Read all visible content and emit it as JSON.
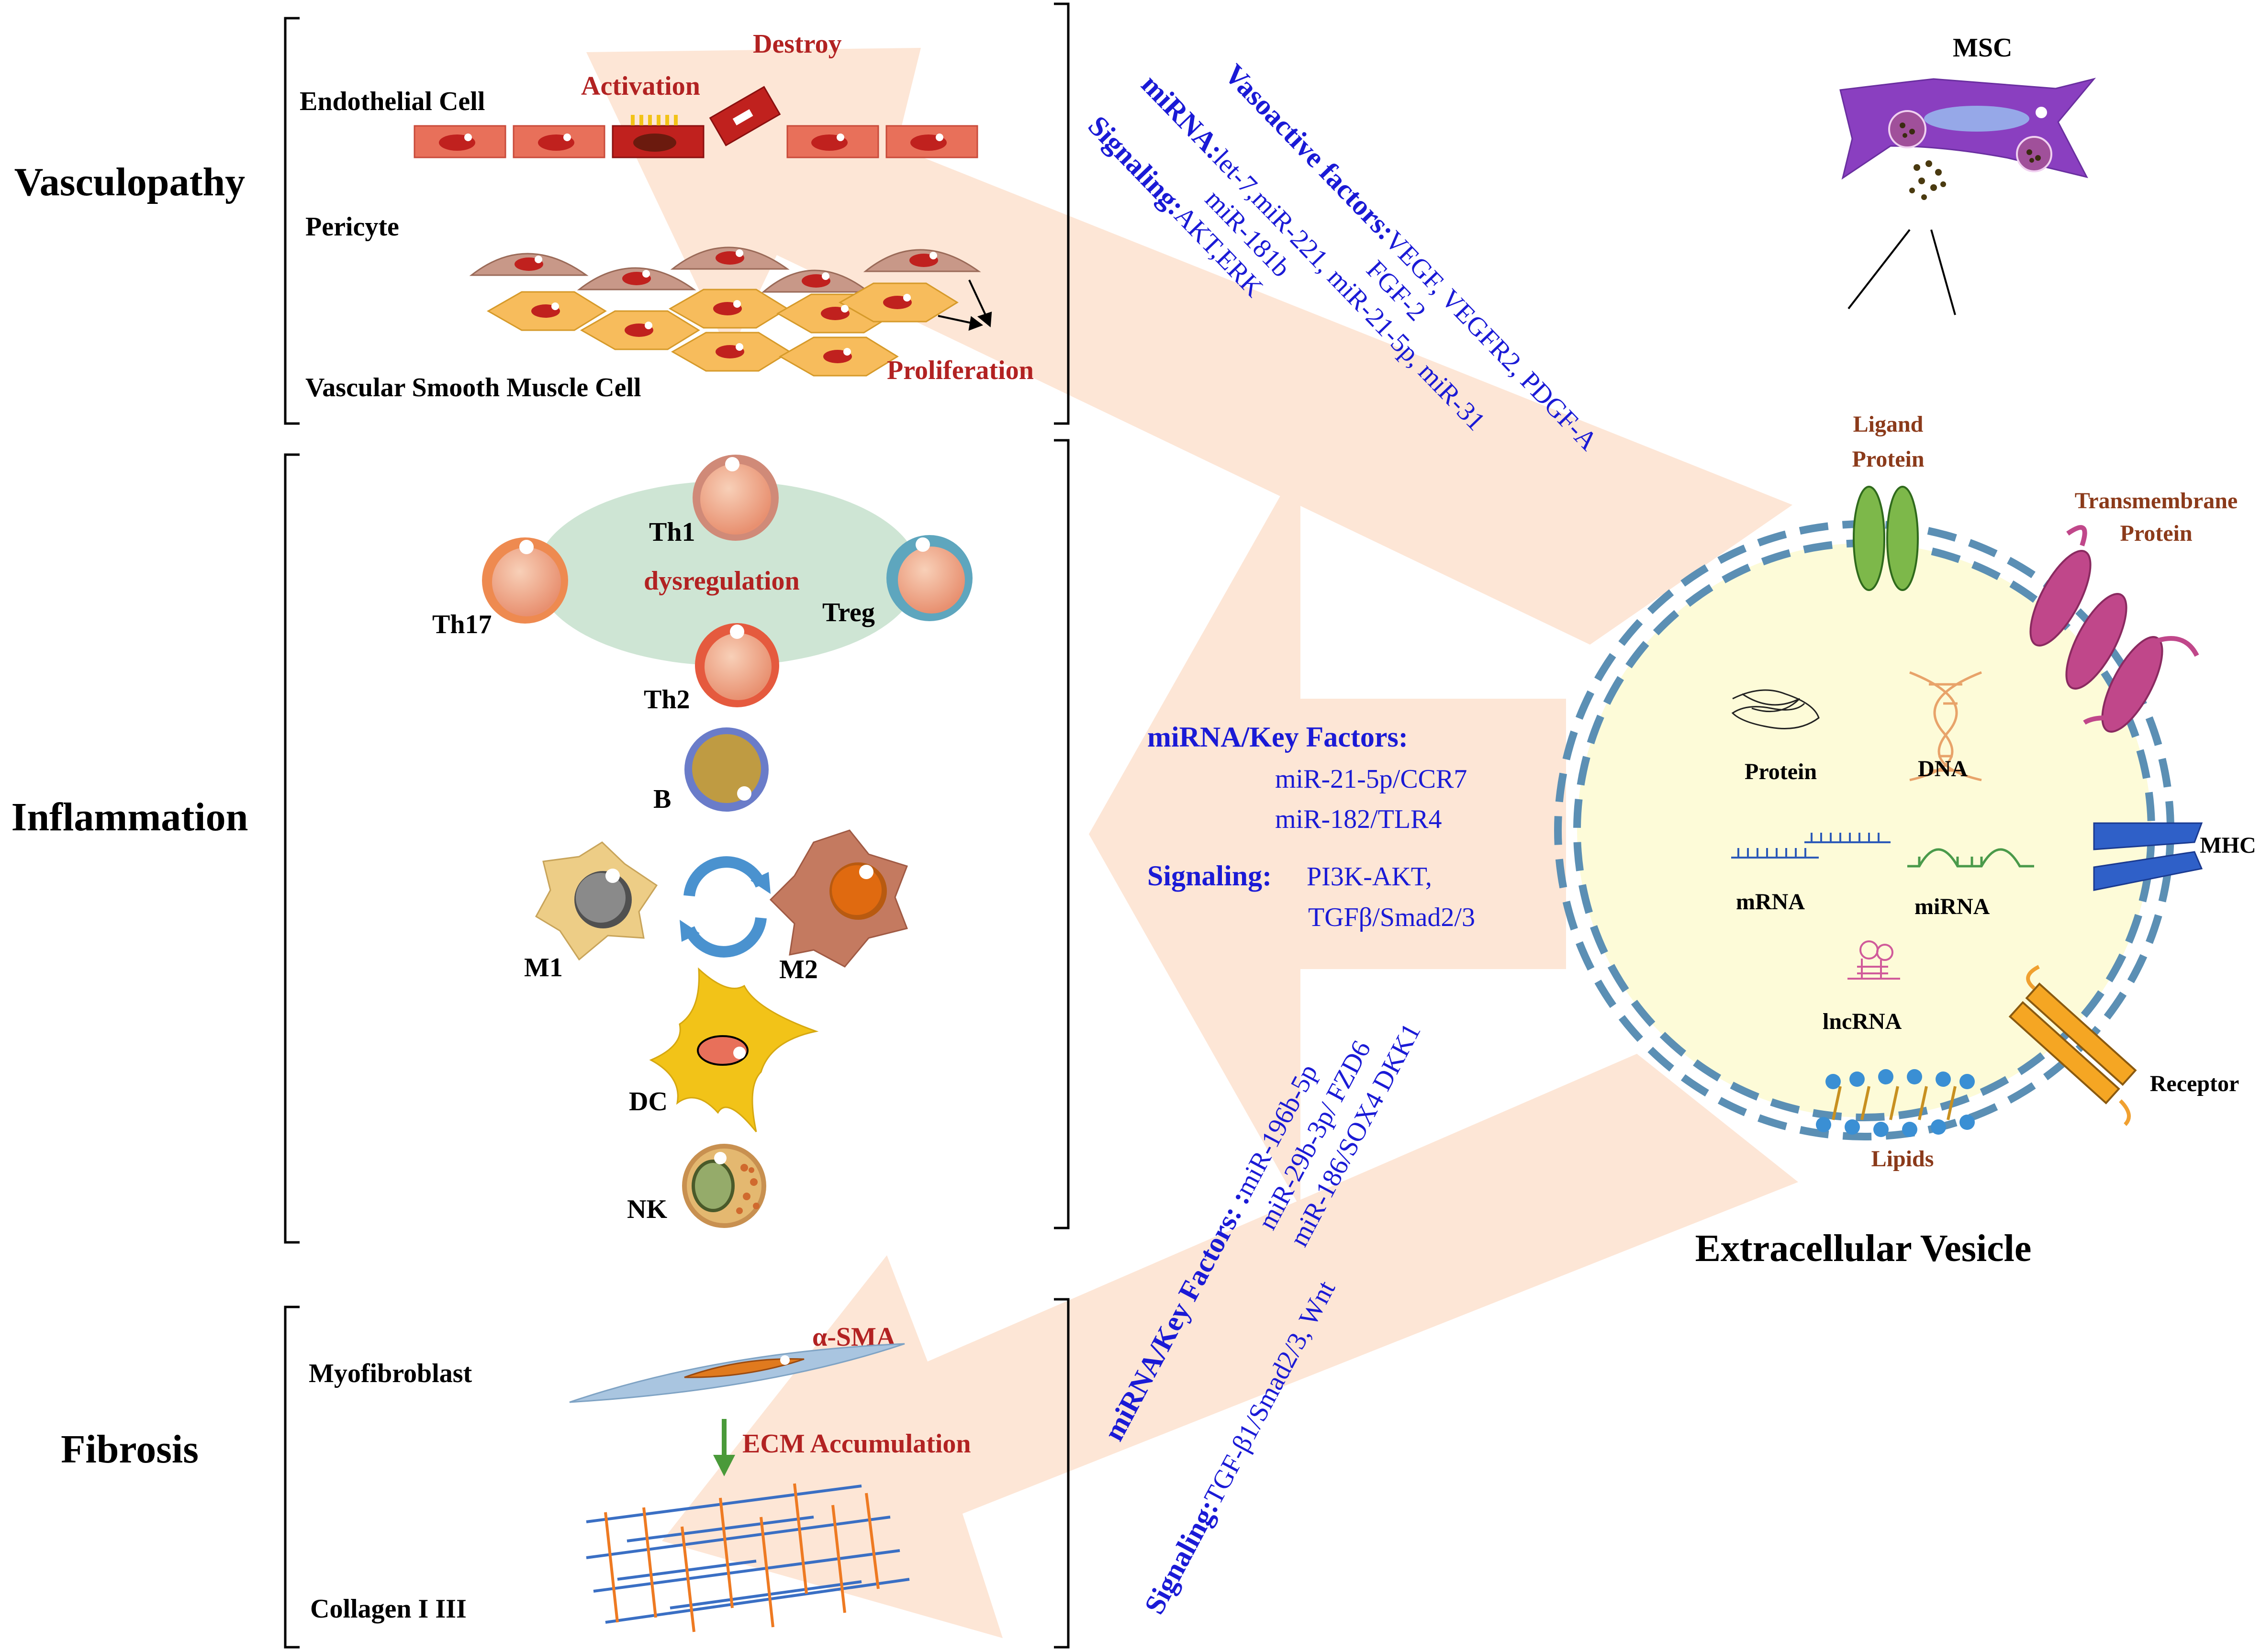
{
  "sections": {
    "vasculopathy": "Vasculopathy",
    "inflammation": "Inflammation",
    "fibrosis": "Fibrosis"
  },
  "vasculopathy": {
    "endothelial_cell": "Endothelial Cell",
    "activation": "Activation",
    "destroy": "Destroy",
    "pericyte": "Pericyte",
    "vsmc": "Vascular Smooth Muscle Cell",
    "proliferation": "Proliferation"
  },
  "inflammation": {
    "th1": "Th1",
    "th17": "Th17",
    "treg": "Treg",
    "th2": "Th2",
    "dysregulation": "dysregulation",
    "b": "B",
    "m1": "M1",
    "m2": "M2",
    "dc": "DC",
    "nk": "NK"
  },
  "fibrosis": {
    "myofibroblast": "Myofibroblast",
    "alpha_sma": "α-SMA",
    "ecm": "ECM Accumulation",
    "collagen": "Collagen I III"
  },
  "arrow_top": {
    "line1_bold": "Vasoactive factors:",
    "line1_rest": "VEGF, VEGFR2, PDGF-A",
    "line2": "FGF-2",
    "line3_bold": "miRNA:",
    "line3_rest": "let-7,miR-221, miR-21-5p, miR-31",
    "line4": "miR-181b",
    "line5_bold": "Signaling:",
    "line5_rest": "AKT,ERK"
  },
  "arrow_middle": {
    "heading": "miRNA/Key Factors:",
    "item1": "miR-21-5p/CCR7",
    "item2": "miR-182/TLR4",
    "signaling_label": "Signaling:",
    "signaling1": "PI3K-AKT,",
    "signaling2": "TGFβ/Smad2/3"
  },
  "arrow_bottom": {
    "line1_bold": "miRNA/Key Factors: :",
    "line1_rest": "miR-196b-5p",
    "line2": "miR-29b-3p/ FZD6",
    "line3": "miR-186/SOX4 DKK1",
    "line4_bold": "Signaling:",
    "line4_rest": "TGF-β1/Smad2/3, Wnt"
  },
  "vesicle": {
    "msc": "MSC",
    "ligand_protein_1": "Ligand",
    "ligand_protein_2": "Protein",
    "transmembrane_1": "Transmembrane",
    "transmembrane_2": "Protein",
    "protein": "Protein",
    "dna": "DNA",
    "mrna": "mRNA",
    "mirna": "miRNA",
    "lncrna": "lncRNA",
    "mhc": "MHC",
    "receptor": "Receptor",
    "lipids": "Lipids",
    "title": "Extracellular Vesicle"
  },
  "colors": {
    "arrow_fill": "#fde6d6",
    "vesicle_fill": "#fdfbd8",
    "vesicle_border": "#5b8fb4",
    "label_blue": "#1a1ad6",
    "label_red": "#b22222",
    "label_brown": "#8b3a1a"
  }
}
